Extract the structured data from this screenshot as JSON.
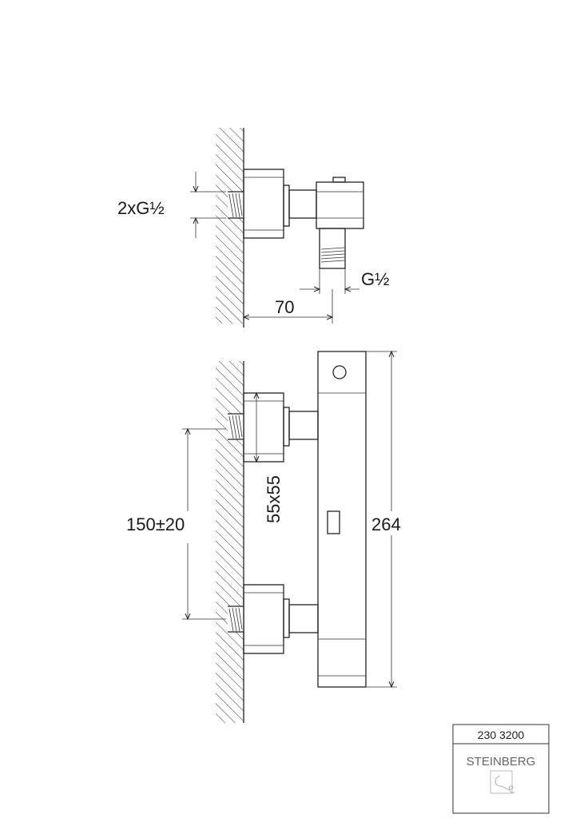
{
  "drawing": {
    "side_view": {
      "inlet_thread_label": "2xG½",
      "outlet_thread_label": "G½",
      "projection_label": "70"
    },
    "front_view": {
      "flange_size_label": "55x55",
      "center_distance_label": "150±20",
      "height_label": "264"
    }
  },
  "title_block": {
    "article_number": "230 3200",
    "brand": "STEINBERG"
  }
}
